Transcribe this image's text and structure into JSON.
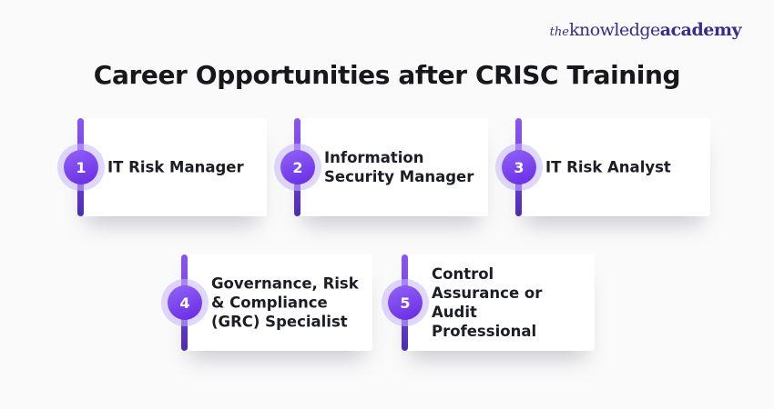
{
  "brand": {
    "logo_the": "the",
    "logo_knowledge": "knowledge",
    "logo_academy": "academy"
  },
  "title": "Career Opportunities after CRISC Training",
  "cards": [
    {
      "number": "1",
      "label": "IT Risk Manager"
    },
    {
      "number": "2",
      "label": "Information\nSecurity Manager"
    },
    {
      "number": "3",
      "label": "IT Risk Analyst"
    },
    {
      "number": "4",
      "label": "Governance, Risk\n& Compliance\n(GRC) Specialist"
    },
    {
      "number": "5",
      "label": "Control\nAssurance or\nAudit\nProfessional"
    }
  ],
  "colors": {
    "background": "#fafafa",
    "card_background": "#ffffff",
    "accent_purple_light": "#8a55f6",
    "accent_purple_dark": "#4c2cb2",
    "badge_gradient_start": "#8d5cf6",
    "badge_gradient_end": "#6c31e6",
    "badge_ring": "#c7b8fa",
    "title_text": "#17171e",
    "card_text": "#1d1d26",
    "logo_text": "#3b2b8c"
  }
}
